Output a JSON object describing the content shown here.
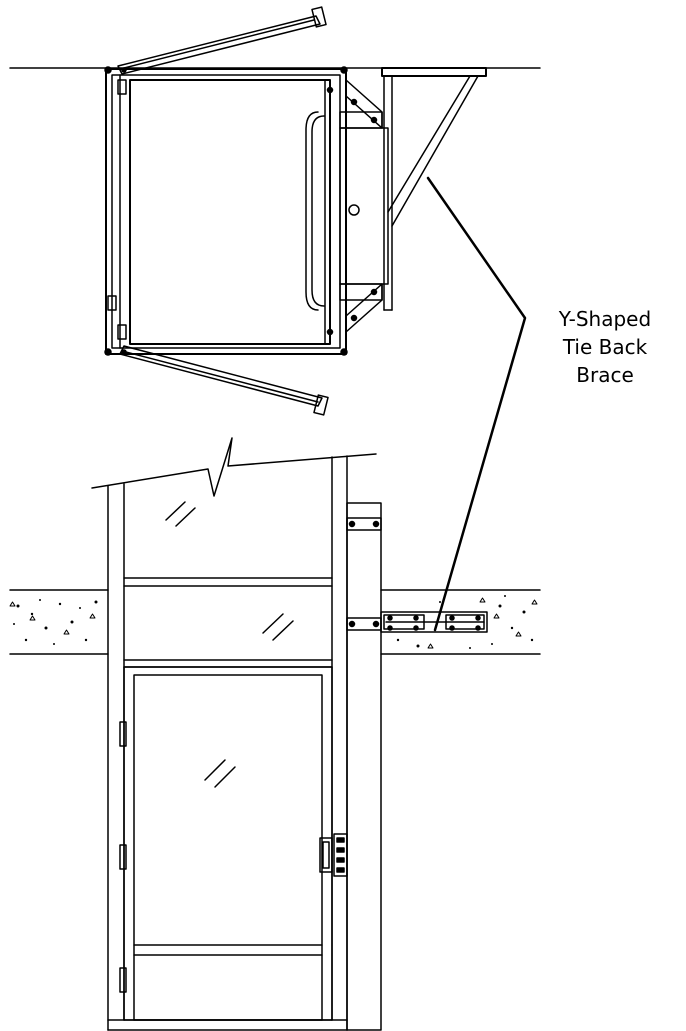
{
  "callout": {
    "lines": [
      "Y-Shaped",
      "Tie Back",
      "Brace"
    ]
  },
  "colors": {
    "line": "#000000",
    "background": "#ffffff"
  }
}
